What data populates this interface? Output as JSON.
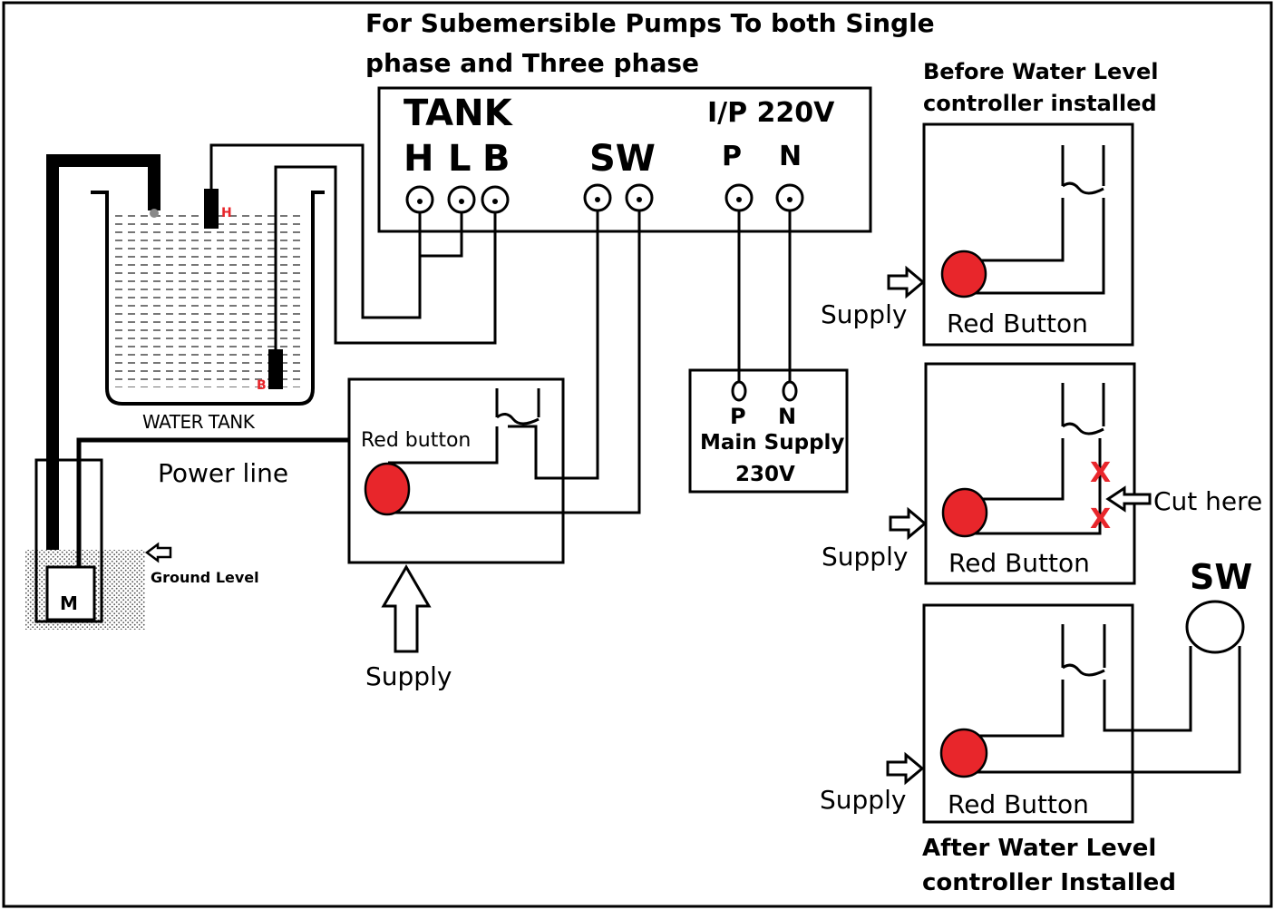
{
  "title_line1": "For Subemersible Pumps To both Single",
  "title_line2": "phase and Three phase",
  "controller": {
    "tank_label": "TANK",
    "input_label": "I/P 220V",
    "term_h": "H",
    "term_l": "L",
    "term_b": "B",
    "term_sw": "SW",
    "term_p": "P",
    "term_n": "N"
  },
  "tank": {
    "label": "WATER TANK",
    "probe_h": "H",
    "probe_b": "B"
  },
  "motor": {
    "label": "M",
    "ground_level": "Ground Level",
    "power_line": "Power line"
  },
  "starter": {
    "label": "Red button",
    "supply": "Supply"
  },
  "main_supply": {
    "p": "P",
    "n": "N",
    "label": "Main Supply",
    "voltage": "230V"
  },
  "panel_before": {
    "caption_line1": "Before  Water Level",
    "caption_line2": "controller installed",
    "button": "Red Button",
    "supply": "Supply"
  },
  "panel_cut": {
    "button": "Red Button",
    "supply": "Supply",
    "cut_here": "Cut here",
    "x1": "X",
    "x2": "X"
  },
  "panel_after": {
    "button": "Red Button",
    "supply": "Supply",
    "sw": "SW",
    "caption_line1": "After Water Level",
    "caption_line2": "controller Installed"
  },
  "colors": {
    "button_red": "#e8262b",
    "line": "#000000",
    "label_red": "#e8262b"
  }
}
